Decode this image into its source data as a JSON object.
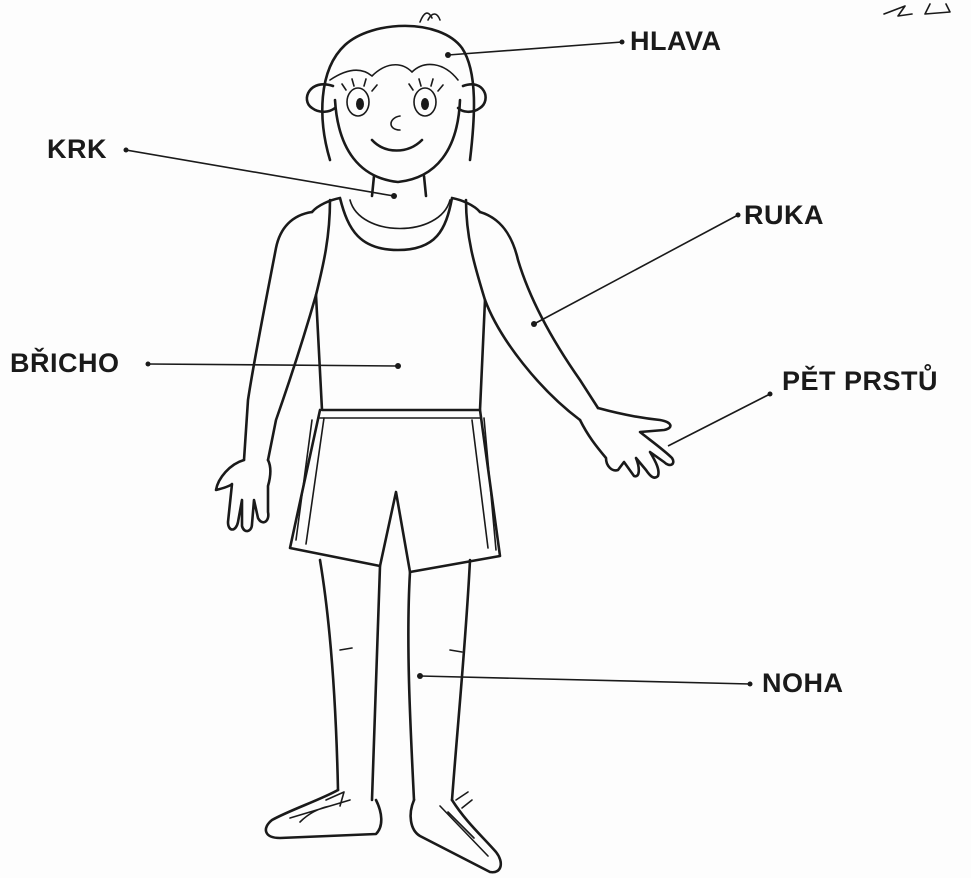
{
  "labels": {
    "head": "HLAVA",
    "neck": "KRK",
    "arm": "RUKA",
    "belly": "BŘICHO",
    "fingers": "PĚT PRSTŮ",
    "leg": "NOHA"
  },
  "colors": {
    "ink": "#1a1a1a",
    "paper": "#fdfdfd"
  }
}
